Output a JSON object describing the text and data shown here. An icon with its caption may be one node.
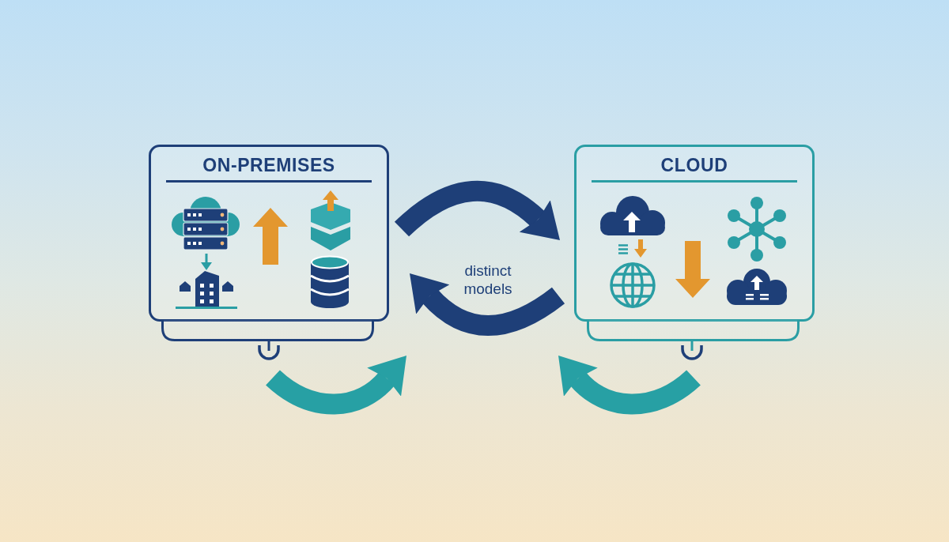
{
  "diagram": {
    "nodes": [
      {
        "text": [
          "ON-PREMISES"
        ]
      },
      {
        "text": [
          "CLOUD"
        ]
      }
    ],
    "edges": [
      {
        "from": 0,
        "to": 1,
        "arrow": "to"
      },
      {
        "from": 1,
        "to": 0,
        "arrow": "to"
      },
      {
        "from": null,
        "to": 0,
        "arrow": "to",
        "color": "#27a0a4"
      },
      {
        "from": null,
        "to": 1,
        "arrow": "to",
        "color": "#27a0a4"
      }
    ],
    "labels": [
      "distinct models"
    ]
  }
}
